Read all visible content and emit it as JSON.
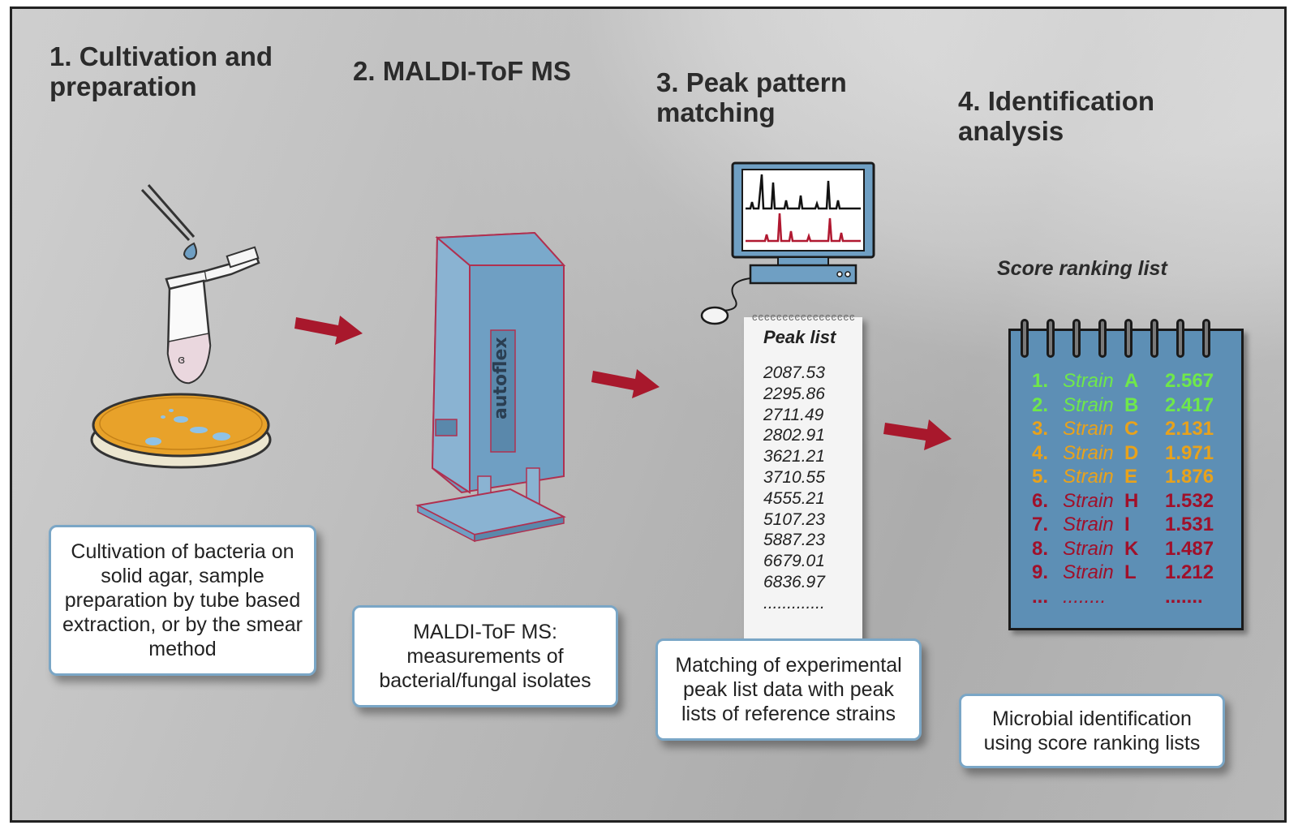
{
  "steps": [
    {
      "title": "1. Cultivation and\n     preparation",
      "description": "Cultivation of bacteria on solid agar, sample preparation by tube based extraction, or by the smear method"
    },
    {
      "title": "2. MALDI-ToF MS",
      "description": "MALDI-ToF MS: measurements of bacterial/fungal isolates"
    },
    {
      "title": "3. Peak pattern\n     matching",
      "description": "Matching of experimental peak list data with peak lists of reference strains"
    },
    {
      "title": "4. Identification\n     analysis",
      "description": "Microbial identification using score ranking lists"
    }
  ],
  "peak_list": {
    "title": "Peak list",
    "values": [
      "2087.53",
      "2295.86",
      "2711.49",
      "2802.91",
      "3621.21",
      "3710.55",
      "4555.21",
      "5107.23",
      "5887.23",
      "6679.01",
      "6836.97",
      "............."
    ]
  },
  "score_list": {
    "title": "Score ranking list",
    "rows": [
      {
        "num": "1.",
        "strain": "Strain",
        "letter": "A",
        "score": "2.567",
        "color": "#6fe84a"
      },
      {
        "num": "2.",
        "strain": "Strain",
        "letter": "B",
        "score": "2.417",
        "color": "#6fe84a"
      },
      {
        "num": "3.",
        "strain": "Strain",
        "letter": "C",
        "score": "2.131",
        "color": "#e8a21c"
      },
      {
        "num": "4.",
        "strain": "Strain",
        "letter": "D",
        "score": "1.971",
        "color": "#e8a21c"
      },
      {
        "num": "5.",
        "strain": "Strain",
        "letter": "E",
        "score": "1.876",
        "color": "#e8a21c"
      },
      {
        "num": "6.",
        "strain": "Strain",
        "letter": "H",
        "score": "1.532",
        "color": "#a0102a"
      },
      {
        "num": "7.",
        "strain": "Strain",
        "letter": "I",
        "score": "1.531",
        "color": "#a0102a"
      },
      {
        "num": "8.",
        "strain": "Strain",
        "letter": "K",
        "score": "1.487",
        "color": "#a0102a"
      },
      {
        "num": "9.",
        "strain": "Strain",
        "letter": "L",
        "score": "1.212",
        "color": "#a0102a"
      },
      {
        "num": "...",
        "strain": "........",
        "letter": "",
        "score": ".......",
        "color": "#a0102a"
      }
    ]
  },
  "colors": {
    "arrow": "#a8182c",
    "box_border": "#7aa6c6",
    "instrument": "#6f9fc3",
    "agar": "#e8a22a",
    "notepad": "#5d8fb5"
  },
  "icons": [
    "pipette-icon",
    "tube-icon",
    "petri-dish-icon",
    "maldi-instrument-icon",
    "computer-icon",
    "notepad-icon",
    "arrow-icon"
  ]
}
